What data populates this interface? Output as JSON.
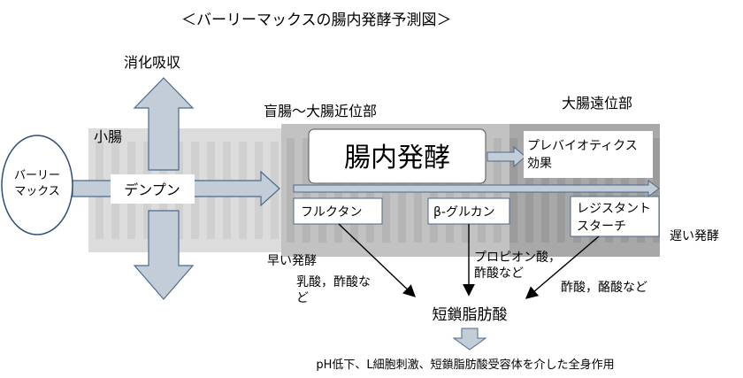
{
  "title": "＜バーリーマックスの腸内発酵予測図＞",
  "regions": {
    "absorption": "消化吸収",
    "small_intestine": "小腸",
    "proximal": "盲腸～大腸近位部",
    "distal": "大腸遠位部"
  },
  "barley_max": [
    "バーリー",
    "マックス"
  ],
  "starch": "デンプン",
  "fermentation": "腸内発酵",
  "prebiotic": [
    "プレバイオティクス",
    "効果"
  ],
  "fibers": {
    "fructan": "フルクタン",
    "beta_glucan": "β-グルカン",
    "resistant_starch": [
      "レジスタント",
      "スターチ"
    ]
  },
  "speed": {
    "early": "早い発酵",
    "late": "遅い発酵"
  },
  "acids": {
    "early": [
      "乳酸，酢酸な",
      "ど"
    ],
    "middle": [
      "プロピオン酸，",
      "酢酸など"
    ],
    "late": "酢酸，酪酸など"
  },
  "scfa": "短鎖脂肪酸",
  "effect": "pH低下、L細胞刺激、短鎖脂肪酸受容体を介した全身作用",
  "colors": {
    "small_intestine": "#d9d9d9",
    "proximal": "#bfbfbf",
    "distal": "#a6a6a6",
    "arrow_fill": "#c3cdd8",
    "arrow_stroke": "#4a6a8c",
    "ellipse_stroke": "#2f4f77"
  }
}
